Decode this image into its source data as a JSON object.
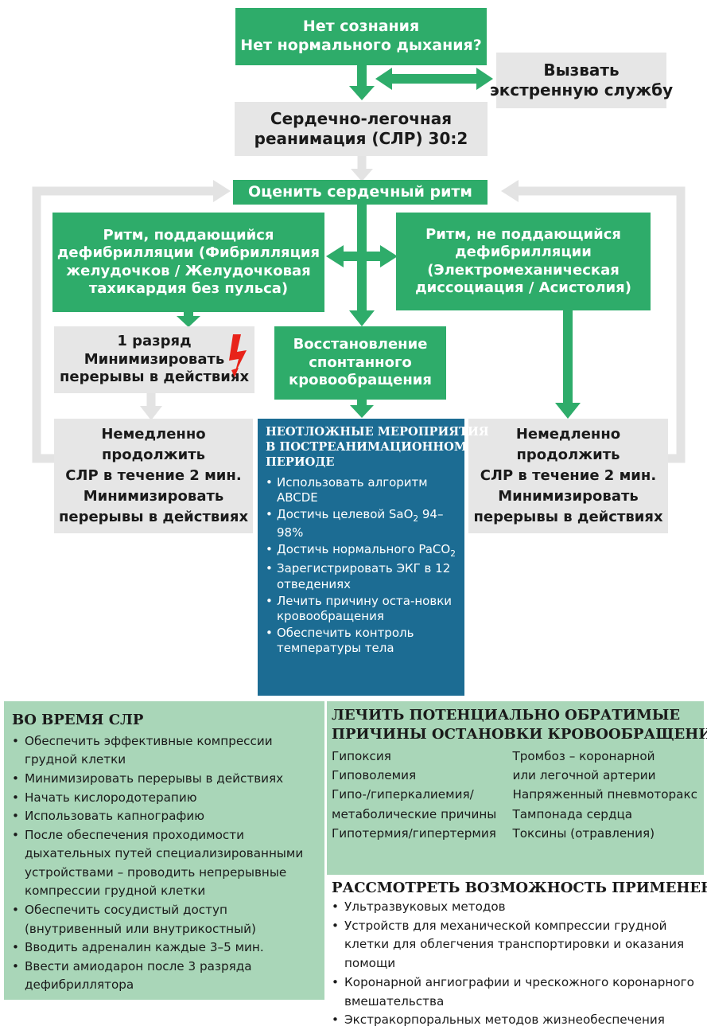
{
  "flow": {
    "start": [
      "Нет сознания",
      "Нет нормального дыхания?"
    ],
    "call": [
      "Вызвать",
      "экстренную службу"
    ],
    "cpr": [
      "Сердечно-легочная",
      "реанимация (СЛР) 30:2"
    ],
    "assess": "Оценить сердечный ритм",
    "shockable": [
      "Ритм, поддающийся",
      "дефибрилляции (Фибрилляция",
      "желудочков / Желудочковая",
      "тахикардия без пульса)"
    ],
    "nonshockable": [
      "Ритм, не поддающийся",
      "дефибрилляции",
      "(Электромеханическая",
      "диссоциация / Асистолия)"
    ],
    "shock": [
      "1 разряд",
      "Минимизировать",
      "перерывы в действиях"
    ],
    "rosc": [
      "Восстановление",
      "спонтанного",
      "кровообращения"
    ],
    "continue_left": [
      "Немедленно",
      "продолжить",
      "СЛР в течение 2 мин.",
      "Минимизировать",
      "перерывы в действиях"
    ],
    "continue_right": [
      "Немедленно",
      "продолжить",
      "СЛР в течение 2 мин.",
      "Минимизировать",
      "перерывы в действиях"
    ]
  },
  "post": {
    "title": [
      "НЕОТЛОЖНЫЕ МЕРОПРИЯТИЯ",
      "В ПОСТРЕАНИМАЦИОННОМ",
      "ПЕРИОДЕ"
    ],
    "items": [
      "Использовать алгоритм ABCDE",
      "Достичь целевой SaO",
      "Достичь нормального PaCO",
      "Зарегистрировать ЭКГ в 12 отведениях",
      "Лечить причину оста-новки кровообращения",
      "Обеспечить контроль температуры тела"
    ],
    "sao2_sub": "2",
    "sao2_range": "94–98%",
    "paco2_sub": "2"
  },
  "during": {
    "title": "ВО ВРЕМЯ СЛР",
    "items": [
      "Обеспечить эффективные компрессии грудной клетки",
      "Минимизировать перерывы в действиях",
      "Начать кислородотерапию",
      "Использовать капнографию",
      "После обеспечения проходимости дыхательных путей специализированными устройствами – проводить непрерывные компрессии грудной клетки",
      "Обеспечить сосудистый доступ (внутривенный или внутрикостный)",
      "Вводить адреналин каждые 3–5 мин.",
      "Ввести амиодарон после 3 разряда дефибриллятора"
    ]
  },
  "treat": {
    "title": [
      "ЛЕЧИТЬ ПОТЕНЦИАЛЬНО ОБРАТИМЫЕ",
      "ПРИЧИНЫ ОСТАНОВКИ КРОВООБРАЩЕНИЯ"
    ],
    "left": [
      "Гипоксия",
      "Гиповолемия",
      "Гипо-/гиперкалиемия/",
      "метаболические причины",
      "Гипотермия/гипертермия"
    ],
    "right": [
      "Тромбоз – коронарной",
      "или легочной артерии",
      "Напряженный пневмоторакс",
      "Тампонада сердца",
      "Токсины (отравления)"
    ]
  },
  "consider": {
    "title": "РАССМОТРЕТЬ ВОЗМОЖНОСТЬ ПРИМЕНЕНИЯ",
    "items": [
      "Ультразвуковых методов",
      "Устройств для механической компрессии грудной клетки для облегчения транспортировки и оказания помощи",
      "Коронарной ангиографии и чрескожного коронарного вмешательства",
      "Экстракорпоральных методов жизнеобеспечения"
    ]
  },
  "colors": {
    "green": "#2eac6a",
    "grey": "#e6e6e6",
    "blue": "#1c6c93",
    "light_green": "#a9d6b8",
    "bolt": "#e8231a"
  },
  "icons": [
    "lightning-bolt-icon"
  ]
}
